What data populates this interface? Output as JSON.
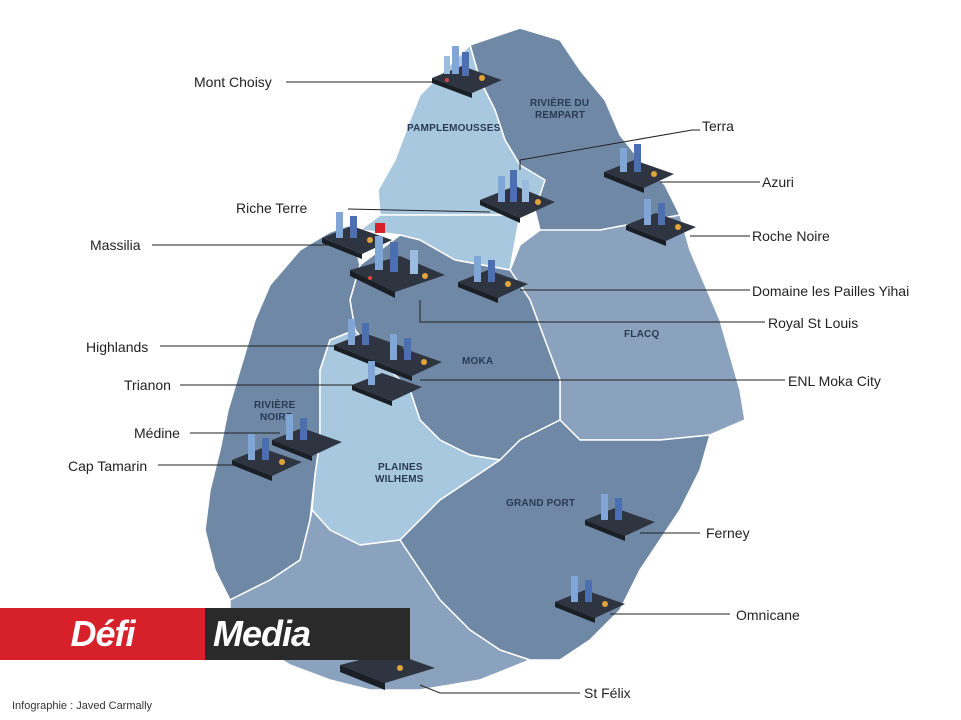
{
  "districts": {
    "pamplemousses": "PAMPLEMOUSSES",
    "riviere_du_rempart": [
      "RIVIÈRE DU",
      "REMPART"
    ],
    "flacq": "FLACQ",
    "moka": "MOKA",
    "riviere_noire": [
      "RIVIÈRE",
      "NOIRE"
    ],
    "plaines_wilhems": [
      "PLAINES",
      "WILHEMS"
    ],
    "grand_port": "GRAND PORT"
  },
  "projects_left": {
    "mont_choisy": "Mont Choisy",
    "riche_terre": "Riche Terre",
    "massilia": "Massilia",
    "highlands": "Highlands",
    "trianon": "Trianon",
    "medine": "Médine",
    "cap_tamarin": "Cap Tamarin"
  },
  "projects_right": {
    "terra": "Terra",
    "azuri": "Azuri",
    "roche_noire": "Roche Noire",
    "domaine_les_pailles": "Domaine les Pailles Yihai",
    "royal_st_louis": "Royal St Louis",
    "enl_moka_city": "ENL Moka City",
    "ferney": "Ferney",
    "omnicane": "Omnicane",
    "st_felix": "St Félix"
  },
  "brand": {
    "word1": "Défi",
    "word2": "Media"
  },
  "credit": "Infographie : Javed Carmally",
  "colors": {
    "land_dark": "#6f88a5",
    "land_mid": "#8aa2bd",
    "land_light": "#a8c8df",
    "border": "#ffffff",
    "brand_red": "#d6202a",
    "brand_dark": "#2a2a2a"
  }
}
